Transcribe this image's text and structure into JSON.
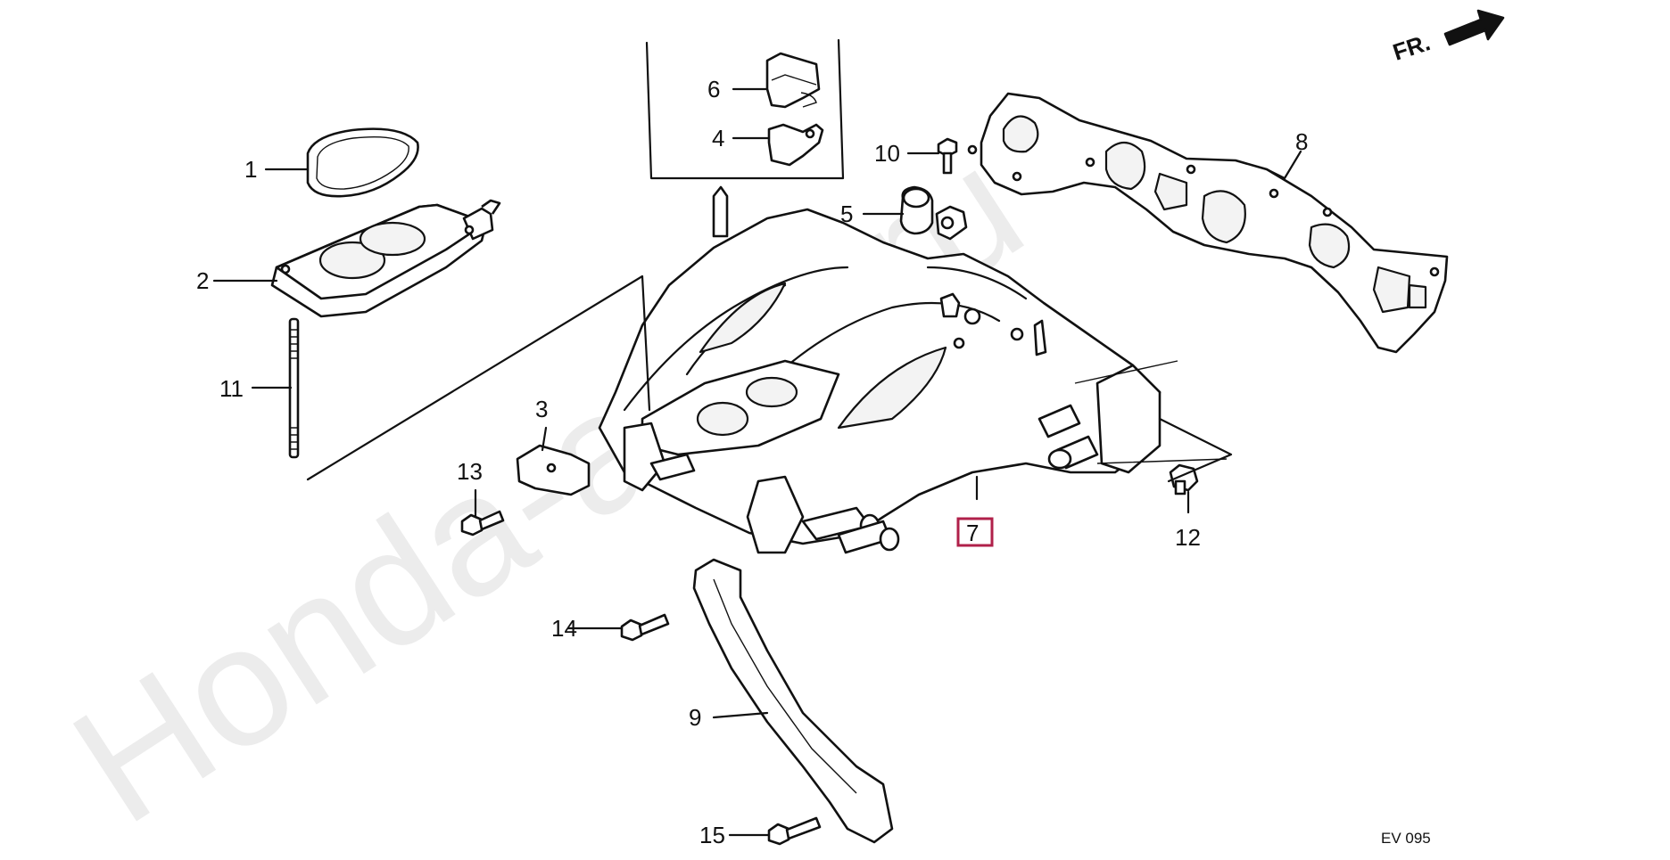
{
  "watermark": "Honda-auto.ru",
  "direction_label": "FR.",
  "diagram_code": "EV 095",
  "highlight_color": "#b0204a",
  "callouts": [
    {
      "num": "1"
    },
    {
      "num": "2"
    },
    {
      "num": "3"
    },
    {
      "num": "4"
    },
    {
      "num": "5"
    },
    {
      "num": "6"
    },
    {
      "num": "7"
    },
    {
      "num": "8"
    },
    {
      "num": "9"
    },
    {
      "num": "10"
    },
    {
      "num": "11"
    },
    {
      "num": "12"
    },
    {
      "num": "13"
    },
    {
      "num": "14"
    },
    {
      "num": "15"
    }
  ],
  "selected_callout": "7"
}
